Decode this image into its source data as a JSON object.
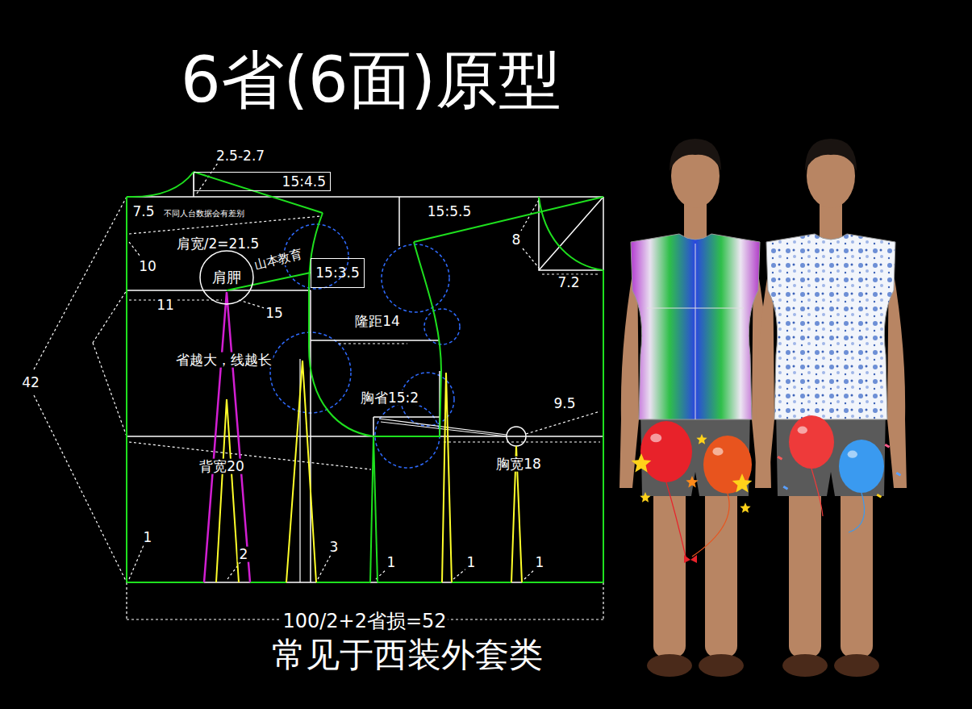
{
  "diagram": {
    "title": "6省(6面)原型",
    "caption": "常见于西装外套类",
    "nodes": [
      {
        "text": [
          "15:4.5"
        ]
      },
      {
        "text": [
          "肩胛"
        ]
      },
      {
        "text": [
          "15:3.5"
        ]
      }
    ],
    "labels": [
      "2.5-2.7",
      "7.5",
      "不同人台数据会有差别",
      "肩宽/2=21.5",
      "山本教育",
      "10",
      "15:5.5",
      "8",
      "11",
      "15",
      "7.2",
      "隆距14",
      "省越大，线越长",
      "胸省15:2",
      "9.5",
      "背宽20",
      "胸宽18",
      "42",
      "1",
      "2",
      "3",
      "1",
      "1",
      "1",
      "100/2+2省损=52"
    ]
  }
}
